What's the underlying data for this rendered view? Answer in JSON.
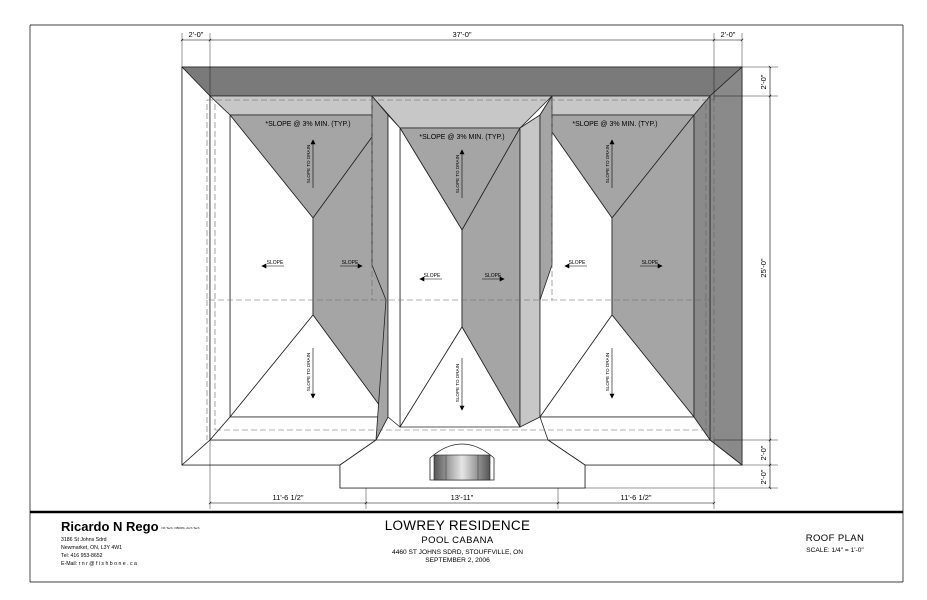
{
  "dimensions": {
    "left_overhang": "2'-0\"",
    "overall_width": "37'-0\"",
    "right_overhang": "2'-0\"",
    "right_top": "2'-0\"",
    "right_depth": "25'-0\"",
    "right_lower": "2'-0\"",
    "right_bottom": "2'-0\"",
    "bottom_left": "11'-6 1/2\"",
    "bottom_center": "13'-11\"",
    "bottom_right": "11'-6 1/2\""
  },
  "roof_labels": {
    "slope_note": "*SLOPE @ 3% MIN. (TYP.)",
    "slope": "SLOPE",
    "slope_to_drain": "SLOPE TO DRAIN"
  },
  "firm": {
    "name": "Ricardo N Rego",
    "tag": "NF Tech, OBOPA, Arch Tech",
    "lines": [
      "3186 St Johns Sdrd",
      "Newmarket, ON, L3Y 4W1",
      "Tel: 416 953-8652",
      "E-Mail: r n r @ f i s h b o n e . c a"
    ]
  },
  "project": {
    "title": "LOWREY RESIDENCE",
    "subtitle": "POOL CABANA",
    "address": "4460 ST JOHNS SDRD, STOUFFVILLE, ON",
    "date": "SEPTEMBER 2, 2006"
  },
  "sheet": {
    "title": "ROOF PLAN",
    "scale": "SCALE:  1/4\" = 1'-0\""
  },
  "colors": {
    "roof_dark": "#7a7a7a",
    "roof_mid": "#a5a5a5",
    "roof_light": "#c7c7c7",
    "roof_white": "#ffffff",
    "line": "#000000"
  }
}
